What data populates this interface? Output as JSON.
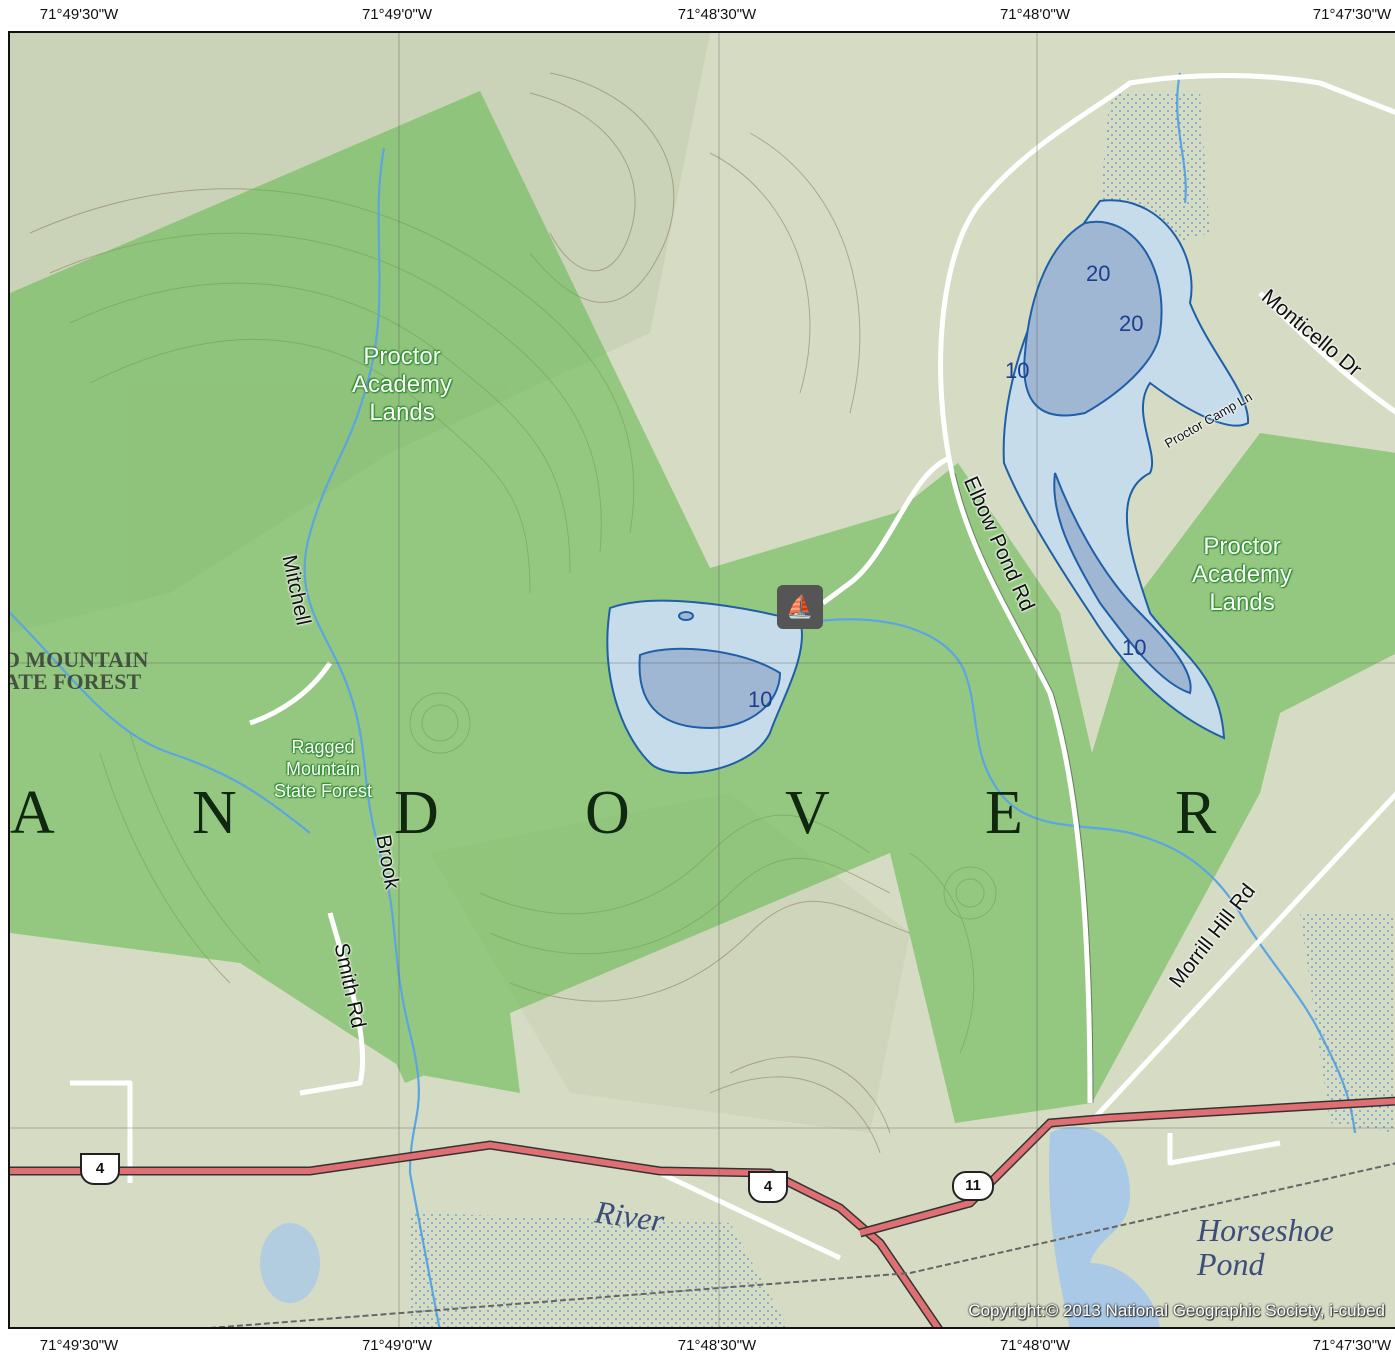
{
  "graticule": {
    "top": [
      "71°49'30\"W",
      "71°49'0\"W",
      "71°48'30\"W",
      "71°48'0\"W",
      "71°47'30\"W"
    ],
    "bottom": [
      "71°49'30\"W",
      "71°49'0\"W",
      "71°48'30\"W",
      "71°48'0\"W",
      "71°47'30\"W"
    ]
  },
  "map_labels": {
    "proctor_west": "Proctor\nAcademy\nLands",
    "proctor_east": "Proctor\nAcademy\nLands",
    "ragged_forest": "Ragged\nMountain\nState Forest",
    "ragged_faded": "D MOUNTAIN\nATE FOREST",
    "town": [
      "A",
      "N",
      "D",
      "O",
      "V",
      "E",
      "R"
    ],
    "roads": {
      "mitchell": "Mitchell",
      "brook": "Brook",
      "smith": "Smith Rd",
      "elbow": "Elbow Pond Rd",
      "morrill": "Morrill Hill Rd",
      "monticello": "Monticello Dr",
      "proctor_camp": "Proctor Camp Ln"
    },
    "depths": {
      "elbow_upper_a": "20",
      "elbow_upper_b": "20",
      "elbow_upper_10": "10",
      "elbow_lower_10": "10",
      "west_pond_10": "10"
    },
    "river": "River",
    "horseshoe": "Horseshoe\nPond"
  },
  "shields": {
    "us4_west": "4",
    "us4_east": "4",
    "nh11": "11"
  },
  "icons": {
    "boat_launch": "boat-launch-icon"
  },
  "colors": {
    "terrain": "#d7dcc5",
    "public_land": "#5fb84a",
    "water_fill": "#c7dcea",
    "deep_water": "#9fb7d3",
    "water_line": "#1f5fa8",
    "stream": "#5ba6e0",
    "highway": "#e06f73"
  },
  "copyright": "Copyright:© 2013 National Geographic Society, i-cubed"
}
